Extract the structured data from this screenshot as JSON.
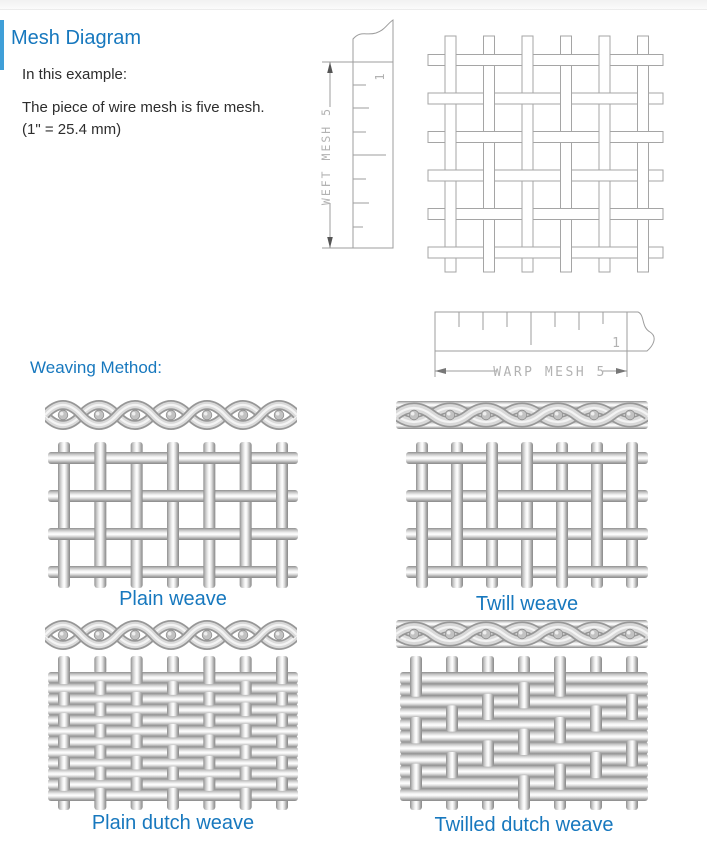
{
  "page": {
    "title": "Mesh Diagram",
    "weaving_heading": "Weaving Method:"
  },
  "intro": {
    "line1": "In this example:",
    "line2": "The piece of wire mesh is five mesh.",
    "line3": "(1\" = 25.4 mm)"
  },
  "diagram": {
    "weft_dimension_label": "WEFT MESH 5",
    "warp_dimension_label": "WARP MESH 5",
    "weft_inch_mark": "1",
    "warp_inch_mark": "1",
    "mesh_count_per_inch": 5
  },
  "weaves": [
    {
      "label": "Plain weave",
      "type": "plain"
    },
    {
      "label": "Twill weave",
      "type": "twill"
    },
    {
      "label": "Plain dutch weave",
      "type": "plain-dutch"
    },
    {
      "label": "Twilled dutch weave",
      "type": "twilled-dutch"
    }
  ],
  "colors": {
    "accent_blue": "#1778be",
    "accent_bar_blue": "#3f9fd8",
    "body_text": "#2d2d2d",
    "cad_line_gray": "#9d9d9d",
    "cad_text_gray": "#b2b2b2",
    "wire_light": "#f2f2f2",
    "wire_dark": "#8f8f8f"
  }
}
